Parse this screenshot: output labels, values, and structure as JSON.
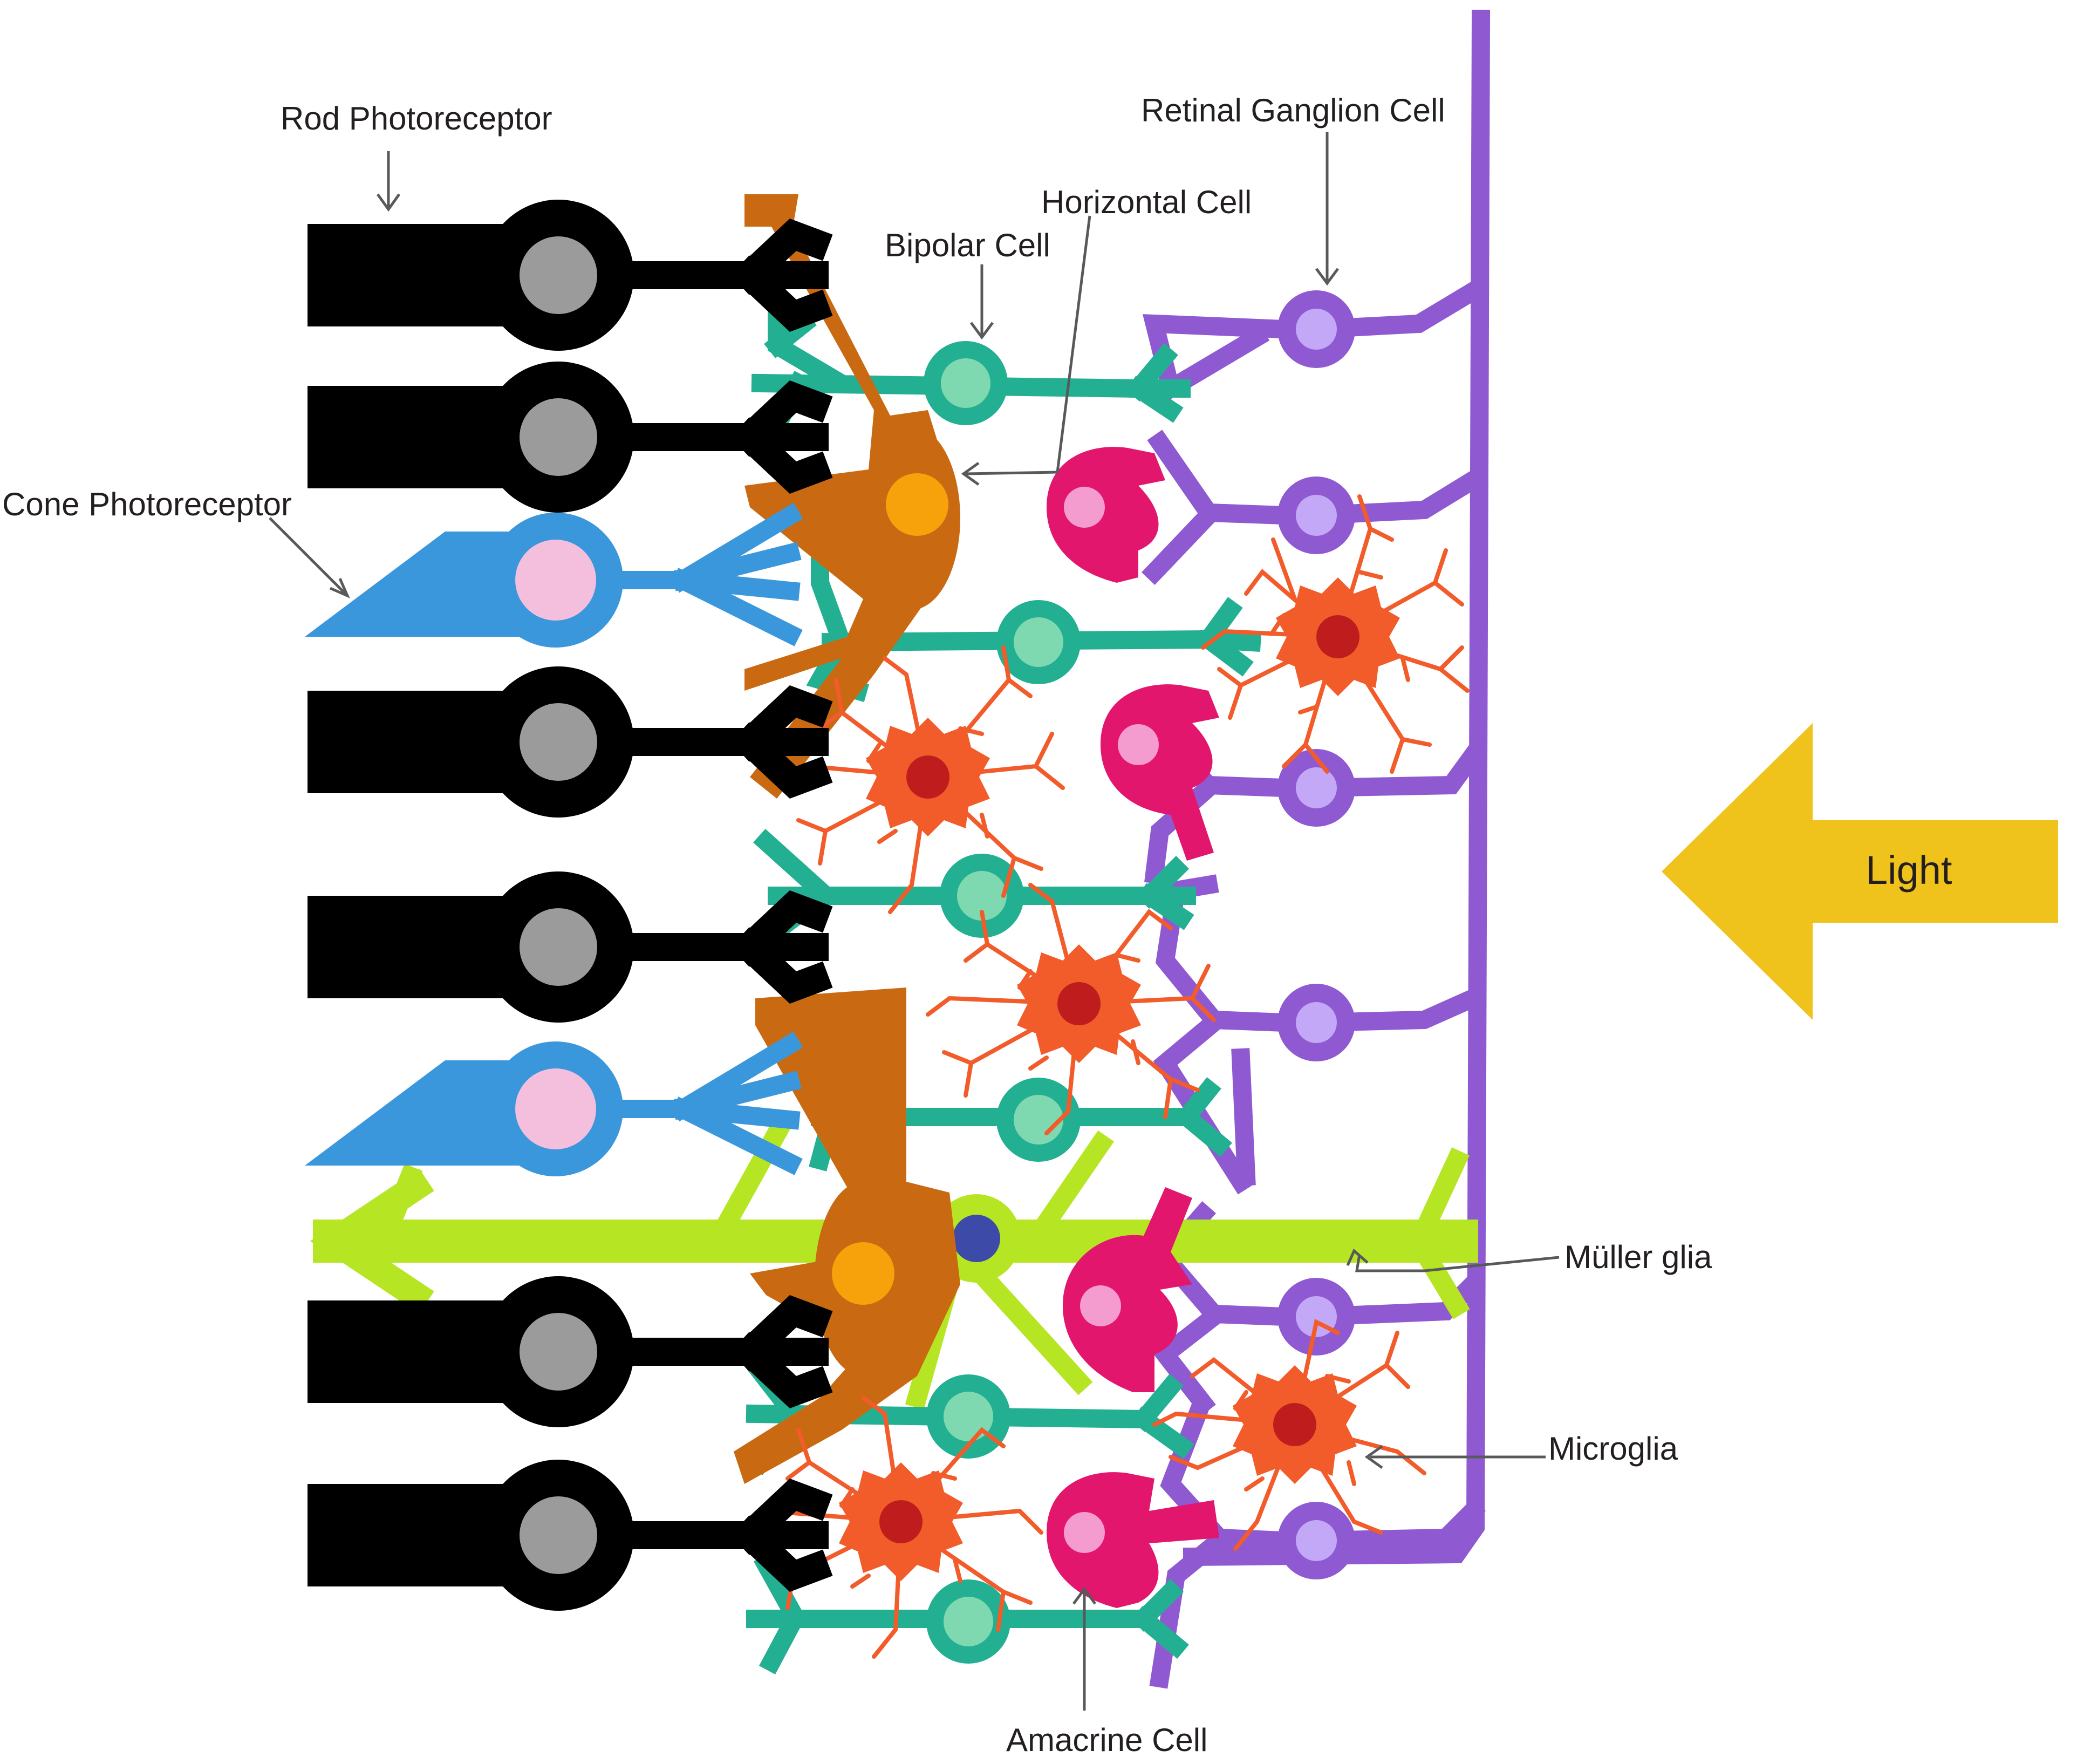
{
  "labels": {
    "rod": "Rod Photoreceptor",
    "cone": "Cone Photoreceptor",
    "horizontal": "Horizontal Cell",
    "bipolar": "Bipolar Cell",
    "ganglion": "Retinal Ganglion Cell",
    "muller": "Müller glia",
    "microglia": "Microglia",
    "amacrine": "Amacrine Cell",
    "light": "Light"
  },
  "colors": {
    "rod": "#000000",
    "rod_nucleus": "#9b9b9b",
    "cone": "#3b97dc",
    "cone_nucleus": "#f4bfdc",
    "bipolar": "#23b092",
    "bipolar_nucleus": "#7fd9b0",
    "horizontal": "#c96a12",
    "horizontal_nucleus": "#f7a20a",
    "amacrine": "#e3166d",
    "amacrine_nucleus": "#f49bd0",
    "ganglion": "#8e59d1",
    "ganglion_nucleus": "#c3a8f7",
    "microglia": "#f25b2a",
    "microglia_nucleus": "#bf1d1d",
    "muller": "#b6e524",
    "muller_nucleus": "#3d4aa8",
    "light_arrow": "#f0c21c"
  },
  "icons": {
    "photoreceptor_layer": "rod-and-cone-icons",
    "light_direction": "left-arrow-icon"
  }
}
